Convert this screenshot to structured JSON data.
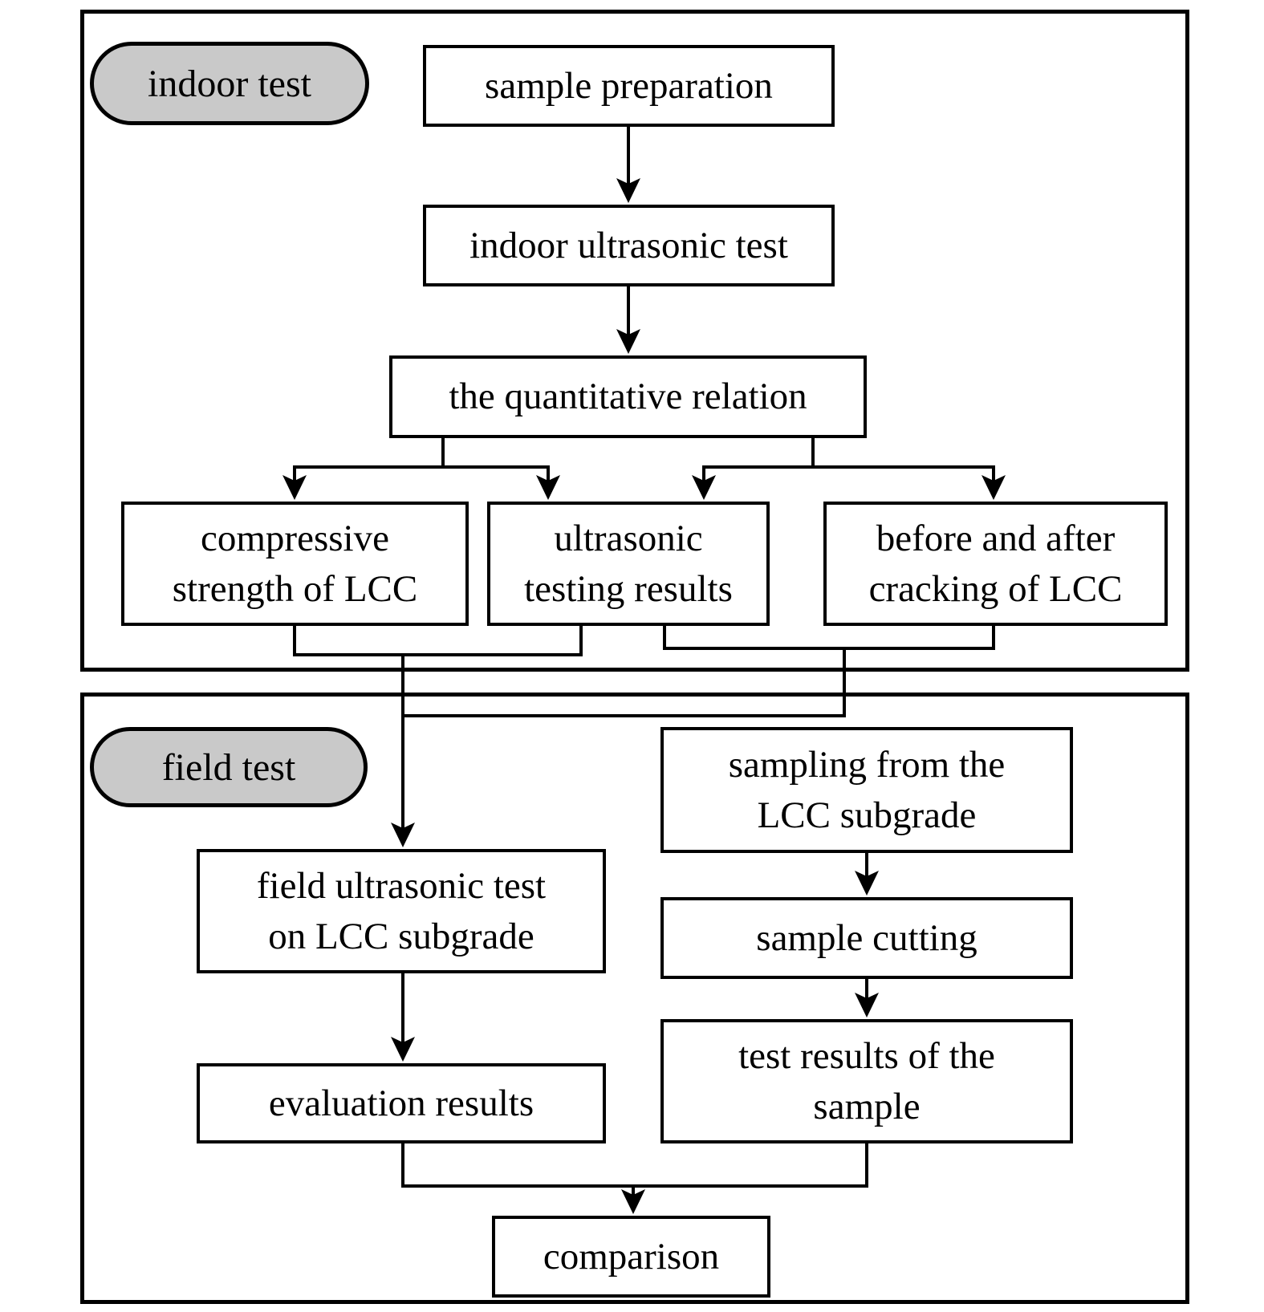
{
  "sections": {
    "indoor": {
      "label": "indoor test"
    },
    "field": {
      "label": "field test"
    }
  },
  "nodes": {
    "sample_preparation": {
      "label": "sample preparation"
    },
    "indoor_ultrasonic_test": {
      "label": "indoor ultrasonic test"
    },
    "quantitative_relation": {
      "label": "the quantitative relation"
    },
    "compressive_strength": {
      "label": "compressive\nstrength of LCC"
    },
    "ultrasonic_results": {
      "label": "ultrasonic\ntesting results"
    },
    "cracking": {
      "label": "before and after\ncracking of LCC"
    },
    "sampling": {
      "label": "sampling from the\nLCC subgrade"
    },
    "field_ultrasonic_test": {
      "label": "field ultrasonic test\non LCC subgrade"
    },
    "sample_cutting": {
      "label": "sample cutting"
    },
    "evaluation_results": {
      "label": "evaluation results"
    },
    "test_results_sample": {
      "label": "test results of the\nsample"
    },
    "comparison": {
      "label": "comparison"
    }
  },
  "colors": {
    "line": "#000000",
    "pill_fill": "#c9c9c9",
    "box_fill": "#ffffff"
  }
}
